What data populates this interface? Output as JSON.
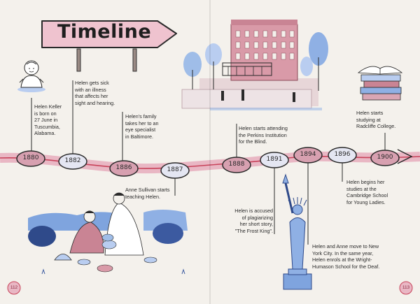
{
  "title": "Timeline",
  "colors": {
    "accent_pink": "#e9b7c4",
    "timeline_red": "#c8425a",
    "blue": "#7fa4de",
    "dark_blue": "#2f4a8a",
    "paper": "#f4f1ec"
  },
  "events": [
    {
      "year": "1880",
      "caption": [
        "Helen Keller",
        "is born on",
        "27 June in",
        "Tuscumbia,",
        "Alabama."
      ]
    },
    {
      "year": "1882",
      "caption": [
        "Helen gets sick",
        "with an illness",
        "that affects her",
        "sight and hearing."
      ]
    },
    {
      "year": "1886",
      "caption": [
        "Helen's family",
        "takes her to an",
        "eye specialist",
        "in Baltimore."
      ]
    },
    {
      "year": "1887",
      "caption": [
        "Anne Sullivan starts",
        "teaching Helen."
      ]
    },
    {
      "year": "1888",
      "caption": [
        "Helen starts attending",
        "the Perkins Institution",
        "for the Blind."
      ]
    },
    {
      "year": "1891",
      "caption": [
        "Helen is accused",
        "of plagiarizing",
        "her short story,",
        "\"The Frost King\"."
      ]
    },
    {
      "year": "1894",
      "caption": [
        "Helen and Anne move to New",
        "York City. In the same year,",
        "Helen enrols at the Wright-",
        "Humason School for the Deaf."
      ]
    },
    {
      "year": "1896",
      "caption": [
        "Helen begins her",
        "studies at the",
        "Cambridge School",
        "for Young Ladies."
      ]
    },
    {
      "year": "1900",
      "caption": [
        "Helen starts",
        "studying at",
        "Radcliffe College."
      ]
    }
  ],
  "pages": {
    "left": "112",
    "right": "113"
  },
  "icons": [
    "baby-illustration",
    "building-illustration",
    "statue-of-liberty-illustration",
    "books-illustration",
    "seaside-illustration"
  ]
}
